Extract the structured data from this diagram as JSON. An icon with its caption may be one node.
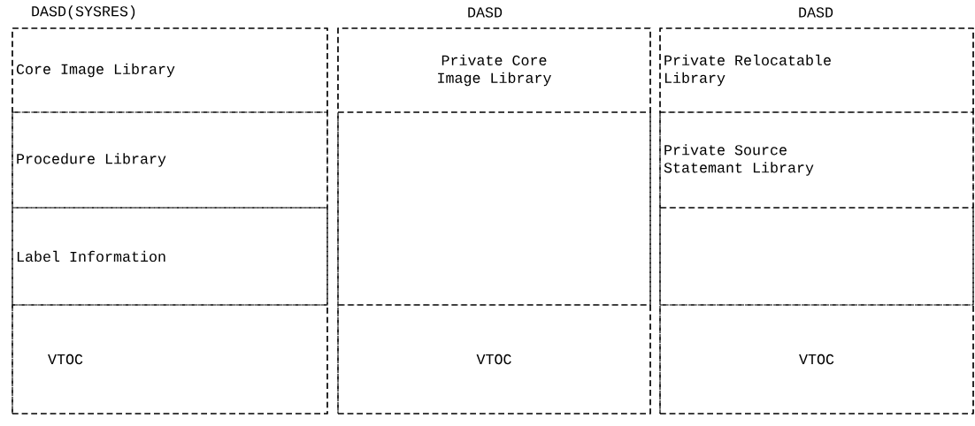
{
  "diagram": {
    "nodes": [
      {
        "text": [
          "DASD(SYSRES)"
        ]
      },
      {
        "text": [
          "Core Image Library"
        ],
        "in": 0
      },
      {
        "text": [
          "Procedure Library"
        ],
        "in": 0
      },
      {
        "text": [
          "Label Information"
        ],
        "in": 0
      },
      {
        "text": [
          "VTOC"
        ],
        "in": 0
      },
      {
        "text": [
          "DASD"
        ]
      },
      {
        "text": [
          "Private Core Image Library"
        ],
        "in": 5
      },
      {
        "text": [],
        "shape": "box",
        "in": 5
      },
      {
        "text": [
          "VTOC"
        ],
        "in": 5
      },
      {
        "text": [
          "DASD"
        ]
      },
      {
        "text": [
          "Private Relocatable Library"
        ],
        "in": 9
      },
      {
        "text": [
          "Private Source Statemant Library"
        ],
        "in": 9
      },
      {
        "text": [],
        "shape": "box",
        "in": 9
      },
      {
        "text": [
          "VTOC"
        ],
        "in": 9
      }
    ]
  }
}
